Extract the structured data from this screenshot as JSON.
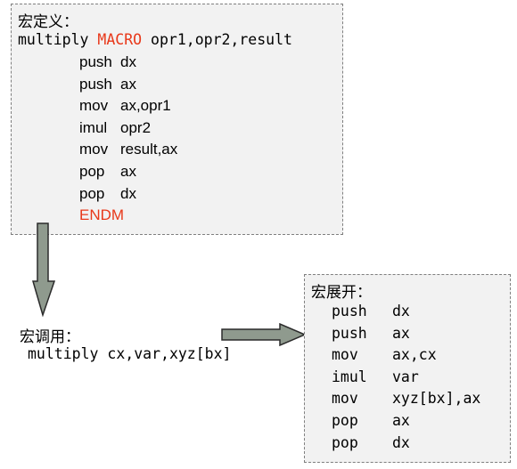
{
  "macro_definition": {
    "title": "宏定义：",
    "header": {
      "name": "multiply",
      "keyword": "MACRO",
      "params": "opr1,opr2,result"
    },
    "body": [
      {
        "op": "push",
        "args": "dx"
      },
      {
        "op": "push",
        "args": "ax"
      },
      {
        "op": "mov",
        "args": "ax,opr1"
      },
      {
        "op": "imul",
        "args": "opr2"
      },
      {
        "op": "mov",
        "args": "result,ax"
      },
      {
        "op": "pop",
        "args": "ax"
      },
      {
        "op": "pop",
        "args": "dx"
      }
    ],
    "end_keyword": "ENDM"
  },
  "macro_call": {
    "title": "宏调用：",
    "code": "multiply cx,var,xyz[bx]"
  },
  "macro_expansion": {
    "title": "宏展开：",
    "lines": [
      {
        "op": "push",
        "args": "dx"
      },
      {
        "op": "push",
        "args": "ax"
      },
      {
        "op": "mov",
        "args": "ax,cx"
      },
      {
        "op": "imul",
        "args": "var"
      },
      {
        "op": "mov",
        "args": "xyz[bx],ax"
      },
      {
        "op": "pop",
        "args": "ax"
      },
      {
        "op": "pop",
        "args": "dx"
      }
    ]
  },
  "colors": {
    "keyword": "#e8381a",
    "box_fill": "#f2f2f2",
    "box_border": "#7f7f7f",
    "arrow_fill": "#8f9a8e",
    "arrow_stroke": "#2b2b2b"
  }
}
